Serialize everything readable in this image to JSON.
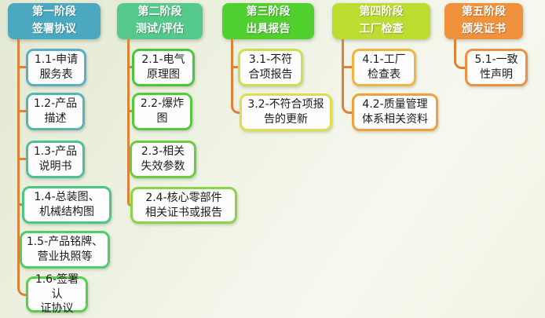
{
  "diagram": {
    "connector_color": "#E08138",
    "stages": [
      {
        "title": "第一阶段\n签署协议",
        "color": "#4AA9C1",
        "items": [
          {
            "label": "1.1-申请\n服务表",
            "border_color": "#5BAEC6"
          },
          {
            "label": "1.2-产品\n描述",
            "border_color": "#55B6B0"
          },
          {
            "label": "1.3-产品\n说明书",
            "border_color": "#4FBF9B"
          },
          {
            "label": "1.4-总装图、\n机械结构图",
            "border_color": "#4AC785"
          },
          {
            "label": "1.5-产品铭牌、\n营业执照等",
            "border_color": "#4ECD68"
          },
          {
            "label": "1.6-签署认\n证协议",
            "border_color": "#55D14E"
          }
        ]
      },
      {
        "title": "第二阶段\n测试/评估",
        "color": "#55C98C",
        "items": [
          {
            "label": "2.1-电气\n原理图",
            "border_color": "#47C63E"
          },
          {
            "label": "2.2-爆炸\n图",
            "border_color": "#55C93C"
          },
          {
            "label": "2.3-相关\n失效参数",
            "border_color": "#6ACD41"
          },
          {
            "label": "2.4-核心零部件\n相关证书或报告",
            "border_color": "#8BD44A"
          }
        ]
      },
      {
        "title": "第三阶段\n出具报告",
        "color": "#4FD02E",
        "items": [
          {
            "label": "3.1-不符\n合项报告",
            "border_color": "#CBDF52"
          },
          {
            "label": "3.2-不符合项报\n告的更新",
            "border_color": "#DFDE4F"
          }
        ]
      },
      {
        "title": "第四阶段\n工厂检查",
        "color": "#BCDD30",
        "items": [
          {
            "label": "4.1-工厂\n检查表",
            "border_color": "#F2B43E"
          },
          {
            "label": "4.2-质量管理\n体系相关资料",
            "border_color": "#F1A03C"
          }
        ]
      },
      {
        "title": "第五阶段\n颁发证书",
        "color": "#F0913C",
        "items": [
          {
            "label": "5.1-一致\n性声明",
            "border_color": "#EF8F41"
          }
        ]
      }
    ]
  }
}
